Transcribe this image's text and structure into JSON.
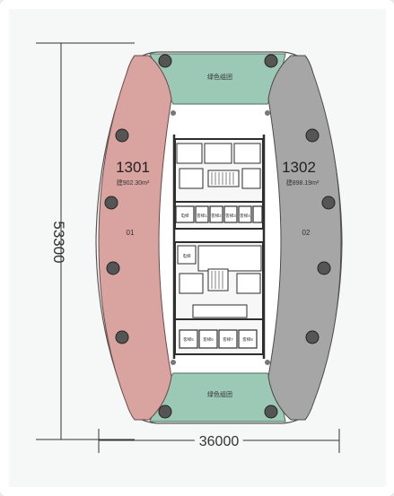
{
  "colors": {
    "unit_1301": "#d9a3a0",
    "unit_1302": "#a6a6a6",
    "green_area": "#9cc9b6",
    "core_dark": "#2e2e2e",
    "line": "#3a3a3a"
  },
  "dimensions": {
    "height_label": "53300",
    "width_label": "36000"
  },
  "units": [
    {
      "id": "1301",
      "area": "建902.30m²",
      "index": "01"
    },
    {
      "id": "1302",
      "area": "建898.19m²",
      "index": "02"
    }
  ],
  "green_labels": {
    "top": "绿色组团",
    "bottom": "绿色组团"
  },
  "core_labels": {
    "upper_small": "电梯",
    "upper_cars": [
      "客梯1",
      "客梯2",
      "客梯3",
      "客梯4"
    ],
    "lower_small": "电梯",
    "lower_cars": [
      "客梯5",
      "客梯6",
      "客梯7",
      "客梯8"
    ]
  },
  "icons": [
    "column-icon"
  ]
}
